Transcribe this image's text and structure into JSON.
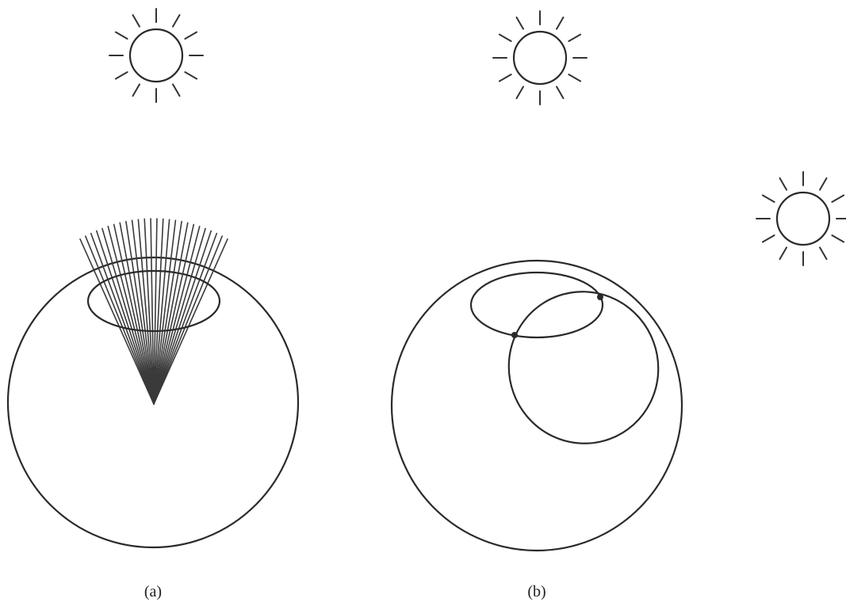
{
  "figure": {
    "panels": [
      {
        "id": "a",
        "label": "(a)"
      },
      {
        "id": "b",
        "label": "(b)"
      }
    ],
    "stroke_color": "#2a2a2a",
    "background": "#ffffff",
    "icons": [
      "sun-icon",
      "sun-icon",
      "sun-icon"
    ]
  }
}
